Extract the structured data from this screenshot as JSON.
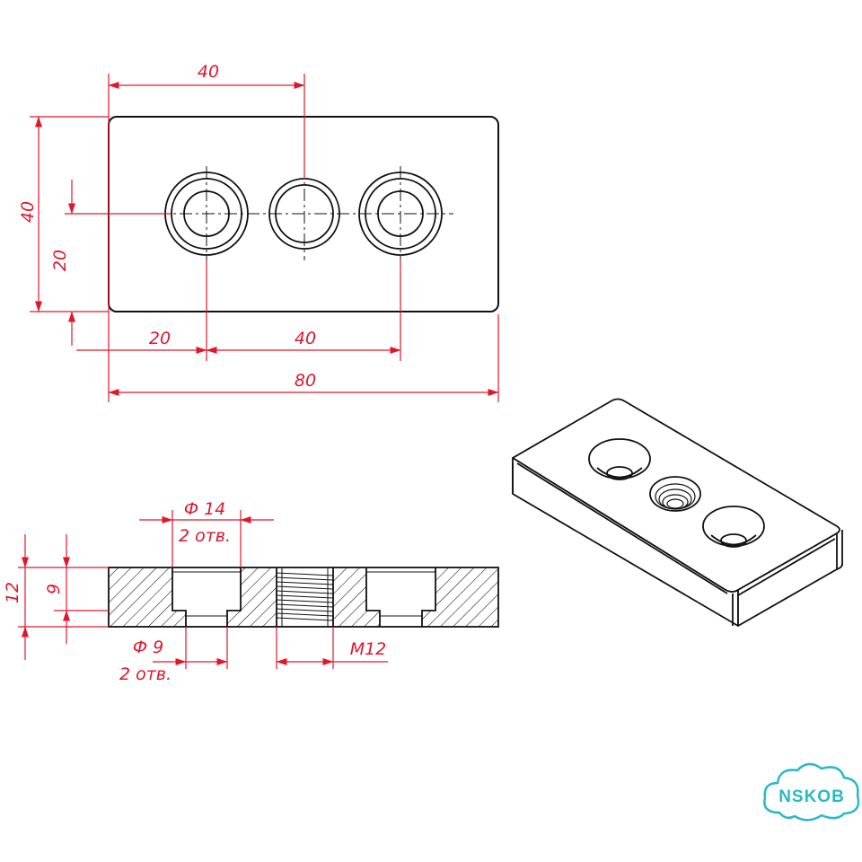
{
  "colors": {
    "line": "#111111",
    "dimension": "#e2162b",
    "logo": "#26b9c9"
  },
  "plan_view": {
    "dim_hole_spacing": "40",
    "dim_total_width": "80",
    "dim_edge_offset": "20",
    "dim_center_spacing": "40",
    "dim_height": "40",
    "dim_half_height": "20"
  },
  "section_view": {
    "dim_counterbore": "Ф 14",
    "counterbore_note": "2 отв.",
    "dim_through_hole": "Ф 9",
    "through_hole_note": "2 отв.",
    "dim_thread": "M12",
    "dim_thickness": "12",
    "dim_bore_depth": "9"
  },
  "logo": {
    "text": "NSKOB"
  }
}
